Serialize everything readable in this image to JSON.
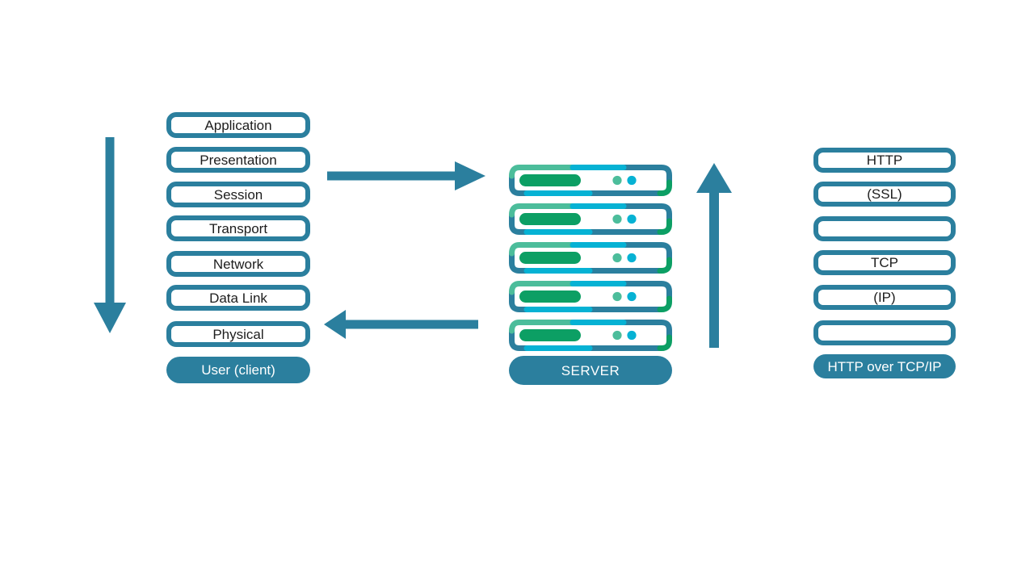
{
  "diagram": {
    "client_stack": {
      "layers": [
        "Application",
        "Presentation",
        "Session",
        "Transport",
        "Network",
        "Data Link",
        "Physical"
      ],
      "footer_label": "User (client)"
    },
    "server": {
      "label": "SERVER",
      "unit_count": 5
    },
    "protocol_stack": {
      "layers": [
        "HTTP",
        "(SSL)",
        "",
        "TCP",
        "(IP)",
        ""
      ],
      "footer_label": "HTTP over TCP/IP"
    },
    "arrows": [
      "client-down-arrow",
      "client-to-server-arrow",
      "server-to-client-arrow",
      "server-up-arrow"
    ],
    "colors": {
      "teal": "#2b7f9e",
      "cyan": "#06b2d4",
      "seafoam": "#4cbd9b",
      "emerald": "#0c9f64",
      "text": "#1d1d1d",
      "background": "#ffffff"
    }
  }
}
